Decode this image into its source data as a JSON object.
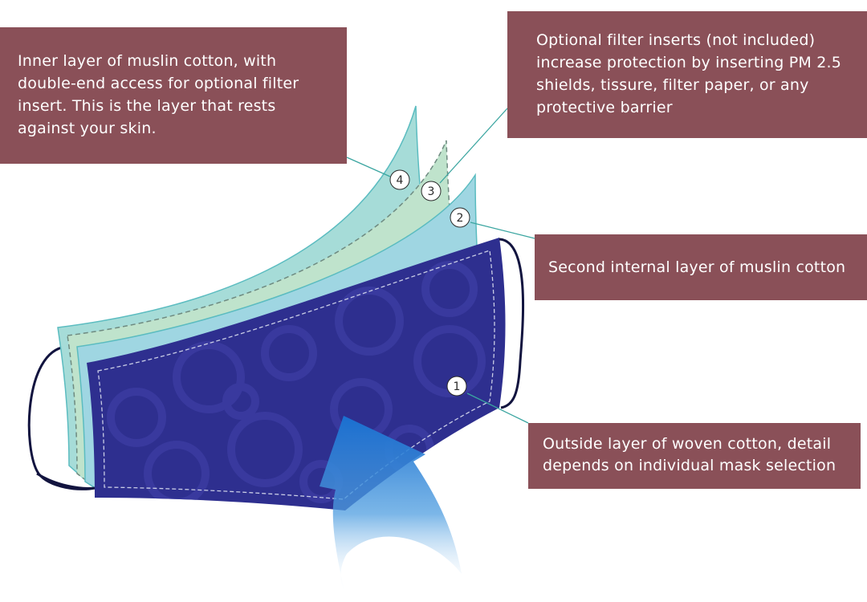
{
  "colors": {
    "label_bg": "#8a5058",
    "label_text": "#ffffff",
    "layer_4": "#a6dcd8",
    "layer_3": "#bfe3cc",
    "layer_2": "#9fd6e2",
    "outer_layer": "#2e2f8f",
    "strap": "#12143f",
    "leader_line": "#3aa5a0",
    "arrow": "#2a7fd0"
  },
  "callouts": [
    {
      "number": "4",
      "text": "Inner layer of muslin cotton, with double-end access for optional filter insert. This is the layer that rests against your skin."
    },
    {
      "number": "3",
      "text": "Optional filter inserts (not included) increase protection by inserting PM 2.5 shields, tissure, filter paper, or any protective barrier"
    },
    {
      "number": "2",
      "text": "Second internal layer of muslin cotton"
    },
    {
      "number": "1",
      "text": "Outside layer of woven cotton, detail depends on individual mask selection"
    }
  ]
}
